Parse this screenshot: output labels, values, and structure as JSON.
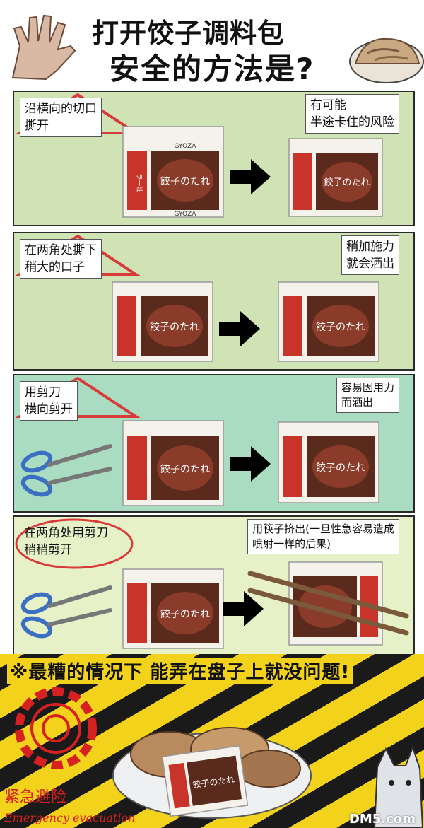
{
  "title": {
    "line1": "打开饺子调料包",
    "line2": "安全的方法是?"
  },
  "packet": {
    "brand": "餃子のたれ",
    "side": "ラー油",
    "code": "GYOZA"
  },
  "steps": [
    {
      "method": [
        "沿横向的切口",
        "撕开"
      ],
      "risk": [
        "有可能",
        "半途卡住的风险"
      ]
    },
    {
      "method": [
        "在两角处撕下",
        "稍大的口子"
      ],
      "risk": [
        "稍加施力",
        "就会洒出"
      ]
    },
    {
      "method": [
        "用剪刀",
        "横向剪开"
      ],
      "risk": [
        "容易因用力",
        "而洒出"
      ]
    },
    {
      "method": [
        "在两角处用剪刀",
        "稍稍剪开"
      ],
      "risk": [
        "用筷子挤出(一旦性急容易造成",
        "喷射一样的后果)"
      ]
    }
  ],
  "banner": "※最糟的情况下 能弄在盘子上就没问题!",
  "emergency": {
    "cn": "紧急避险",
    "en": "Emergency evacuation"
  },
  "watermark": "DM5.com",
  "colors": {
    "panel_green": "#cfe3b5",
    "panel_teal": "#a9dcc1",
    "panel_yellow": "#e7f1c8",
    "hazard_yellow": "#f2d21b",
    "packet_red": "#c8342a",
    "sauce_brown": "#5a2a1c"
  }
}
